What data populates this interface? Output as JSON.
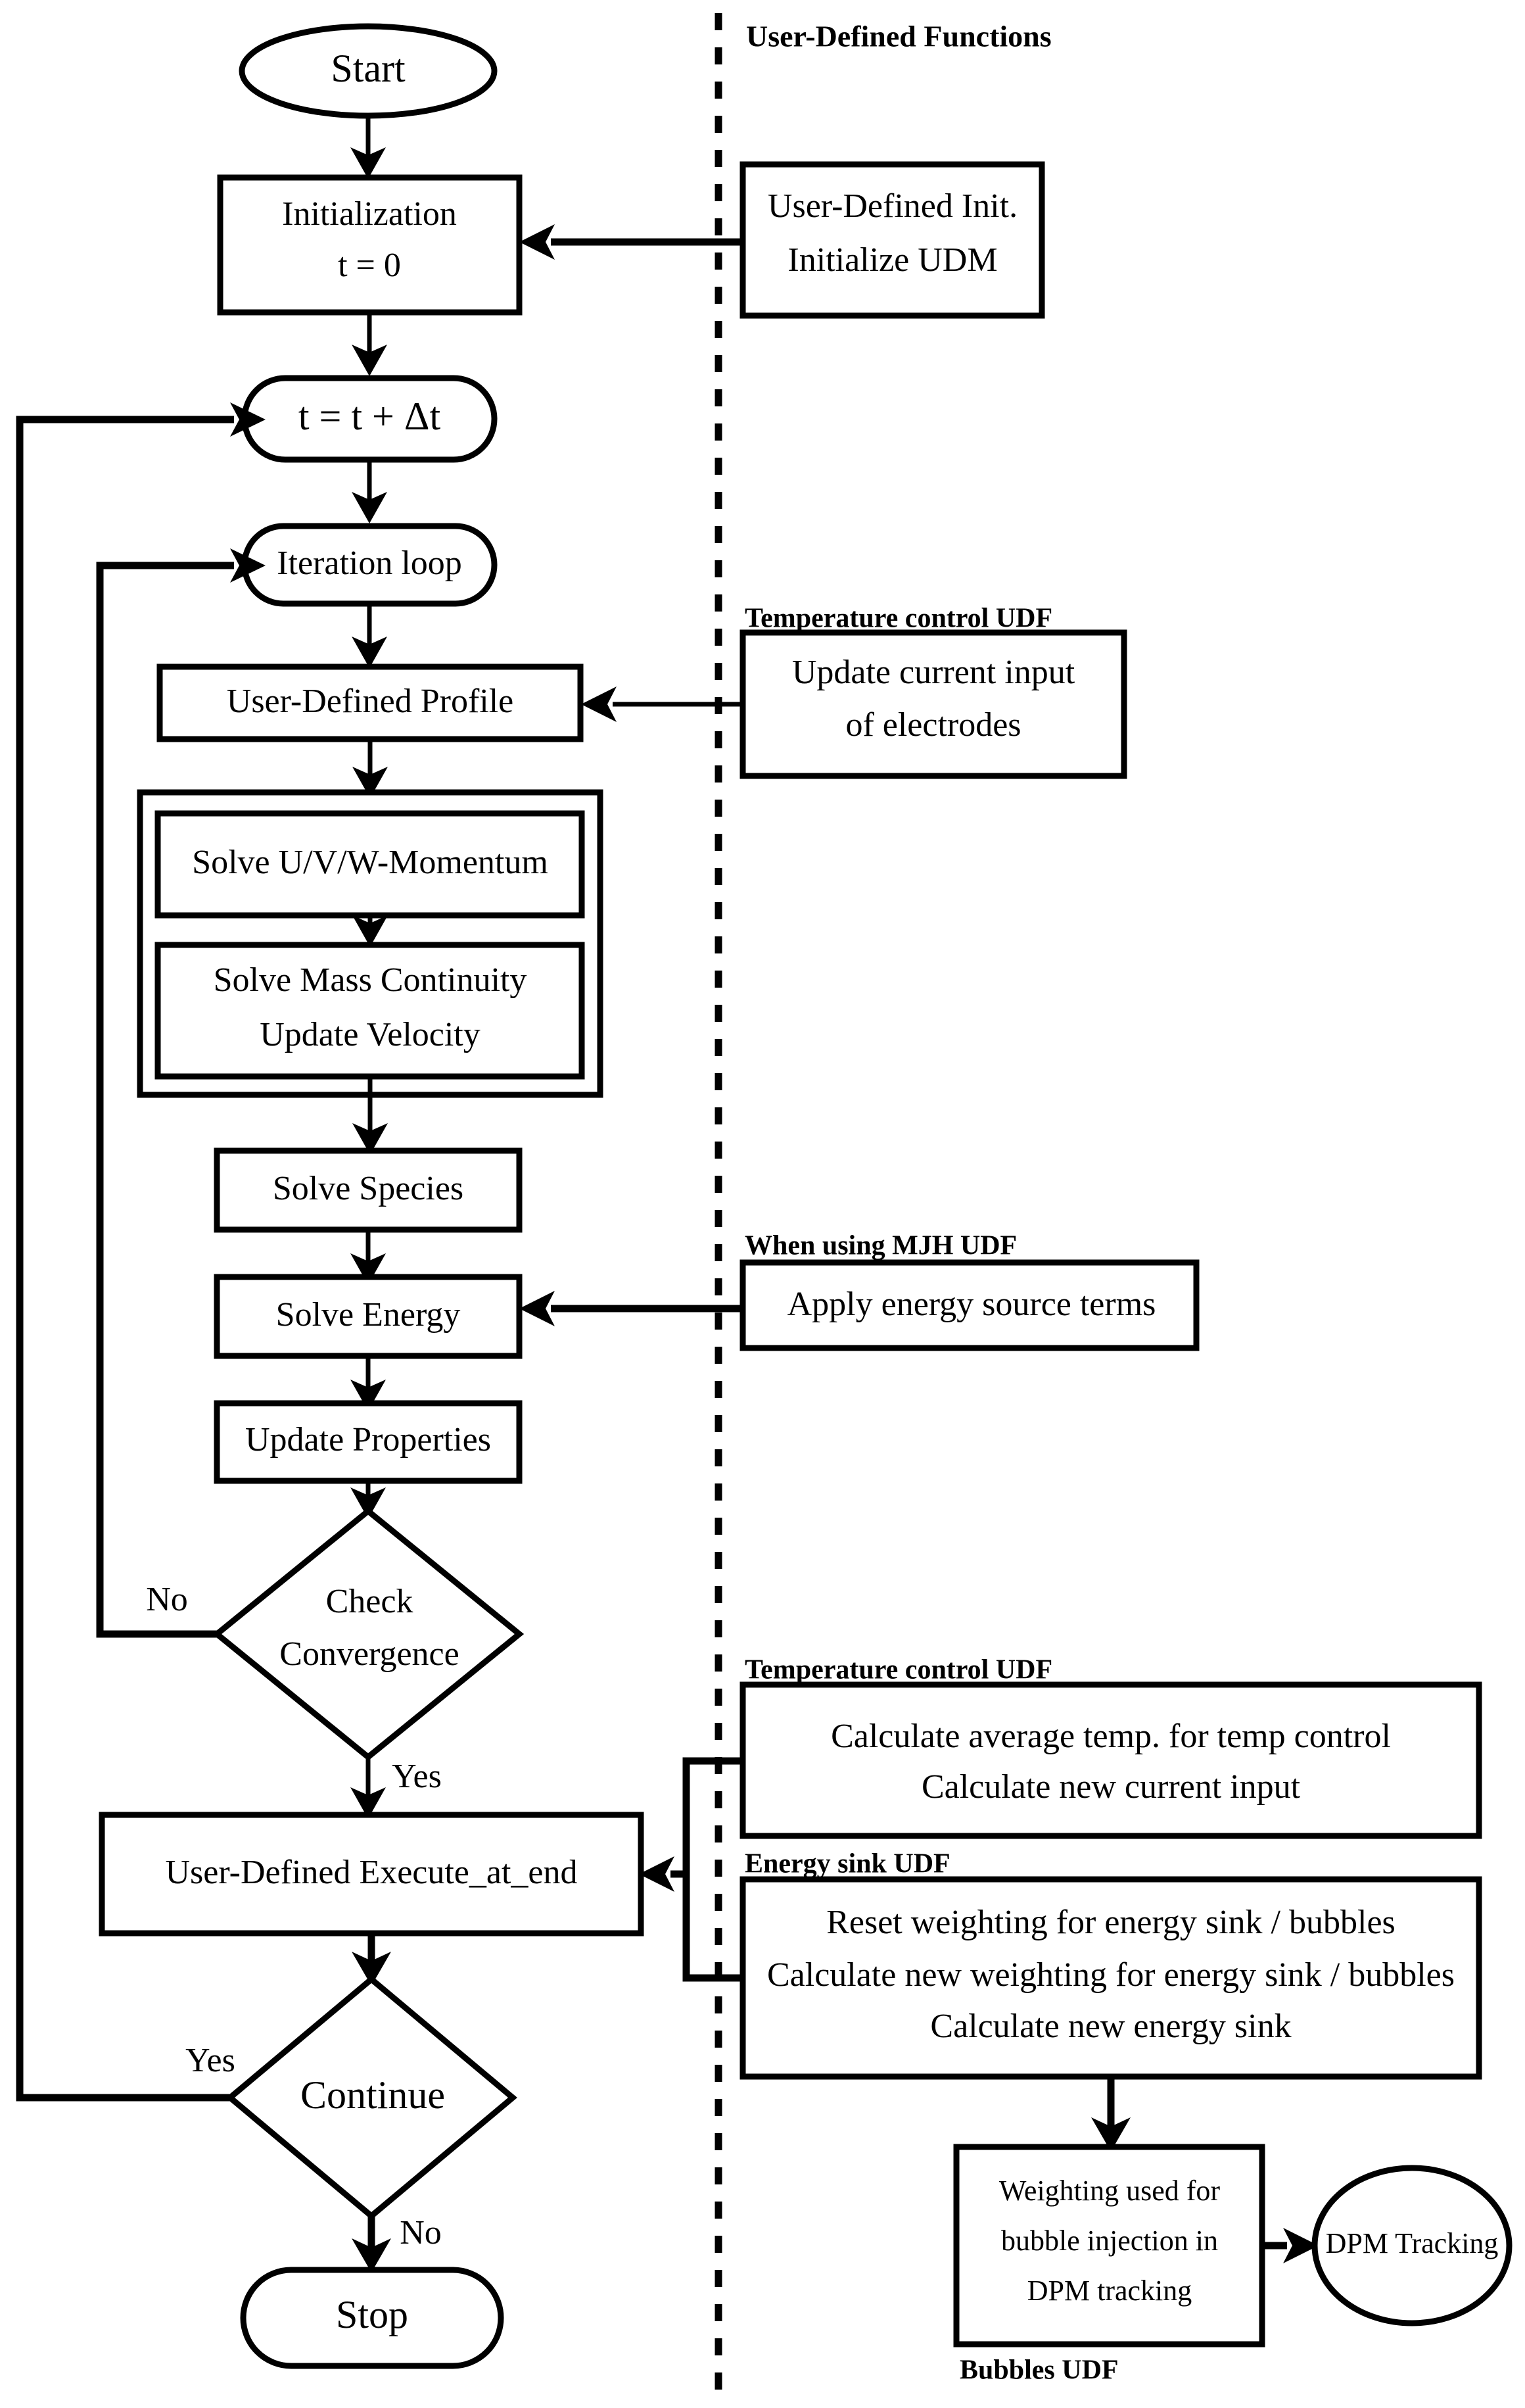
{
  "diagram": {
    "title_right_column": "User-Defined Functions",
    "type": "flowchart"
  },
  "main_flow": {
    "start": "Start",
    "initialization_line1": "Initialization",
    "initialization_line2": "t = 0",
    "time_step": "t = t + Δt",
    "iteration_loop": "Iteration loop",
    "user_defined_profile": "User-Defined Profile",
    "solve_momentum": "Solve U/V/W-Momentum",
    "solve_continuity_line1": "Solve Mass Continuity",
    "solve_continuity_line2": "Update Velocity",
    "solve_species": "Solve Species",
    "solve_energy": "Solve Energy",
    "update_properties": "Update Properties",
    "check_convergence_line1": "Check",
    "check_convergence_line2": "Convergence",
    "execute_at_end": "User-Defined Execute_at_end",
    "continue": "Continue",
    "stop": "Stop"
  },
  "edge_labels": {
    "convergence_no": "No",
    "convergence_yes": "Yes",
    "continue_yes": "Yes",
    "continue_no": "No"
  },
  "udf_column": {
    "init_udf": {
      "line1": "User-Defined Init.",
      "line2": "Initialize UDM"
    },
    "temperature_control_udf_top": {
      "title": "Temperature control UDF",
      "line1": "Update current input",
      "line2": "of electrodes"
    },
    "mjh_udf": {
      "title": "When using MJH UDF",
      "line1": "Apply energy source terms"
    },
    "temperature_control_udf_bottom": {
      "title": "Temperature control UDF",
      "line1": "Calculate average temp. for temp control",
      "line2": "Calculate new current input"
    },
    "energy_sink_udf": {
      "title": "Energy sink UDF",
      "line1": "Reset weighting for energy sink / bubbles",
      "line2": "Calculate new weighting for energy sink / bubbles",
      "line3": "Calculate new energy sink"
    },
    "bubbles_udf": {
      "title": "Bubbles UDF",
      "line1": "Weighting used for",
      "line2": "bubble injection in",
      "line3": "DPM tracking"
    },
    "dpm_tracking": "DPM Tracking"
  },
  "colors": {
    "stroke": "#000000",
    "fill": "#ffffff",
    "background": "#ffffff"
  }
}
